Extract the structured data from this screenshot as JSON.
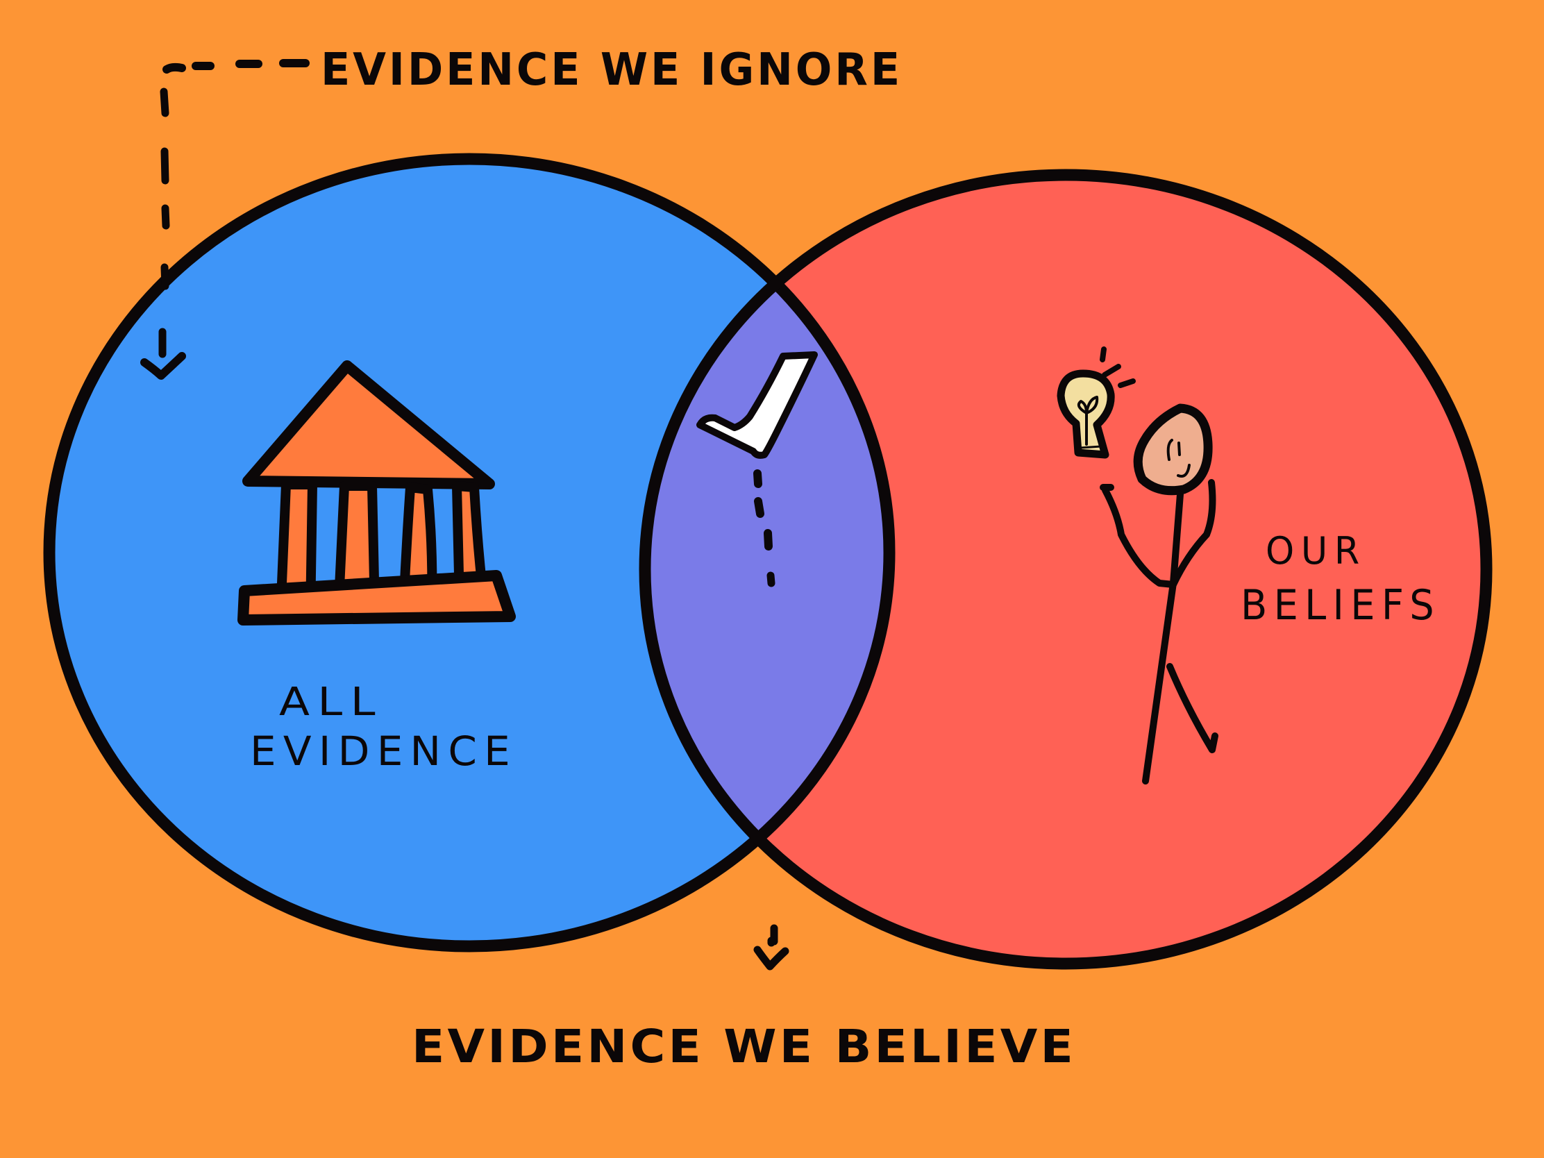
{
  "diagram": {
    "type": "venn",
    "background_color": "#FD9535",
    "ink_color": "#0B0708",
    "labels": {
      "top_annotation": "EVIDENCE WE IGNORE",
      "bottom_annotation": "EVIDENCE WE BELIEVE",
      "left_set_line1": "ALL",
      "left_set_line2": "EVIDENCE",
      "right_set_line1": "OUR",
      "right_set_line2": "BELIEFS"
    },
    "sets": [
      {
        "name": "All Evidence",
        "color": "#3E95F8",
        "icon": "temple-icon"
      },
      {
        "name": "Our Beliefs",
        "color": "#FF6155",
        "icon": "stick-figure-with-lightbulb-icon"
      }
    ],
    "intersection": {
      "color": "#7A7BE8",
      "icon": "checkmark-icon",
      "meaning": "EVIDENCE WE BELIEVE"
    },
    "arrows": [
      {
        "from": "top_annotation",
        "to": "left_set_only_region",
        "style": "dashed"
      },
      {
        "from": "intersection",
        "to": "bottom_annotation",
        "style": "dashed"
      }
    ],
    "icon_colors": {
      "temple": "#FF7B3D",
      "lightbulb": "#F3DFA0",
      "face": "#EFAE8F",
      "checkmark": "#FFFFFF"
    }
  }
}
